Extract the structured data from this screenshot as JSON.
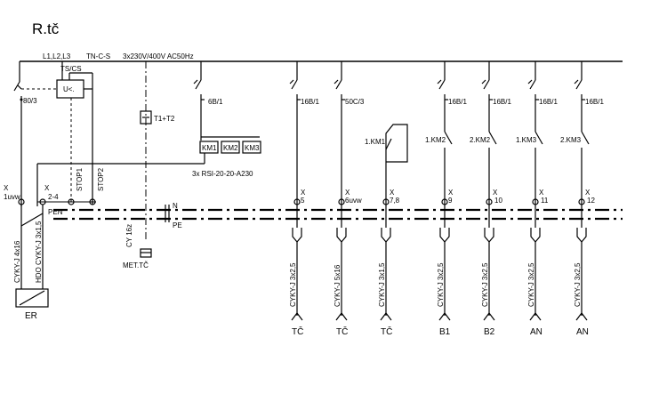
{
  "title": "R.tč",
  "supply": {
    "phases": "L1,L2,L3",
    "system": "TN-C-S",
    "voltage": "3x230V/400V AC50Hz"
  },
  "main_switch": {
    "rating": "80/3"
  },
  "ts_cs": {
    "label": "TS/CS",
    "relay": "U<."
  },
  "stops": [
    "STOP1",
    "STOP2"
  ],
  "transformer": {
    "label": "T1+T2"
  },
  "contactors": {
    "labels": [
      "KM1",
      "KM2",
      "KM3"
    ],
    "type": "3x RSI-20-20-A230"
  },
  "terminals": {
    "x": "X",
    "first": "1uvw",
    "second": "2-4",
    "pen": "PEN"
  },
  "bus": {
    "n": "N",
    "pe": "PE"
  },
  "met": {
    "cable": "CY 16z",
    "label": "MET.TČ"
  },
  "er": {
    "label": "ER",
    "cable1": "CYKY-J 4x16",
    "cable2": "HDO CYKY-J 3x1,5"
  },
  "circuits": [
    {
      "breaker": "6B/1",
      "terminal": "",
      "cable": "",
      "load": ""
    },
    {
      "breaker": "16B/1",
      "terminal": "5",
      "cable": "CYKY-J 3x2,5",
      "load": "TČ"
    },
    {
      "breaker": "50C/3",
      "terminal": "6uvw",
      "cable": "CYKY-J 5x16",
      "load": "TČ"
    },
    {
      "breaker": "",
      "contact": "1.KM1",
      "terminal": "7,8",
      "cable": "CYKY-J 3x1,5",
      "load": "TČ"
    },
    {
      "breaker": "16B/1",
      "contact": "1.KM2",
      "terminal": "9",
      "cable": "CYKY-J 3x2,5",
      "load": "B1"
    },
    {
      "breaker": "16B/1",
      "contact": "2.KM2",
      "terminal": "10",
      "cable": "CYKY-J 3x2,5",
      "load": "B2"
    },
    {
      "breaker": "16B/1",
      "contact": "1.KM3",
      "terminal": "11",
      "cable": "CYKY-J 3x2,5",
      "load": "AN"
    },
    {
      "breaker": "16B/1",
      "contact": "2.KM3",
      "terminal": "12",
      "cable": "CYKY-J 3x2,5",
      "load": "AN"
    }
  ]
}
